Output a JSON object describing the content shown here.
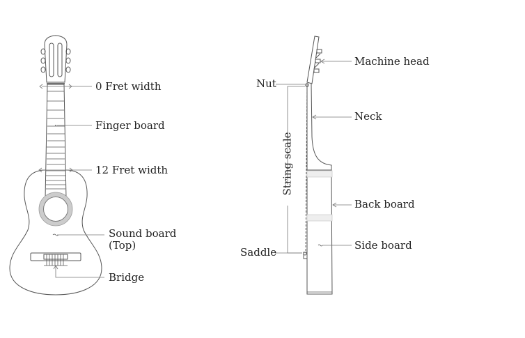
{
  "colors": {
    "outline": "#555555",
    "leader": "#777777",
    "text": "#222222",
    "rosette": "#cccccc"
  },
  "front_view": {
    "labels": {
      "fret0_width": "0 Fret width",
      "finger_board": "Finger board",
      "fret12_width": "12 Fret width",
      "sound_board": "Sound board",
      "sound_board_sub": "(Top)",
      "bridge": "Bridge"
    }
  },
  "side_view": {
    "labels": {
      "machine_head": "Machine head",
      "nut": "Nut",
      "neck": "Neck",
      "string_scale": "String scale",
      "back_board": "Back board",
      "saddle": "Saddle",
      "side_board": "Side board"
    }
  }
}
